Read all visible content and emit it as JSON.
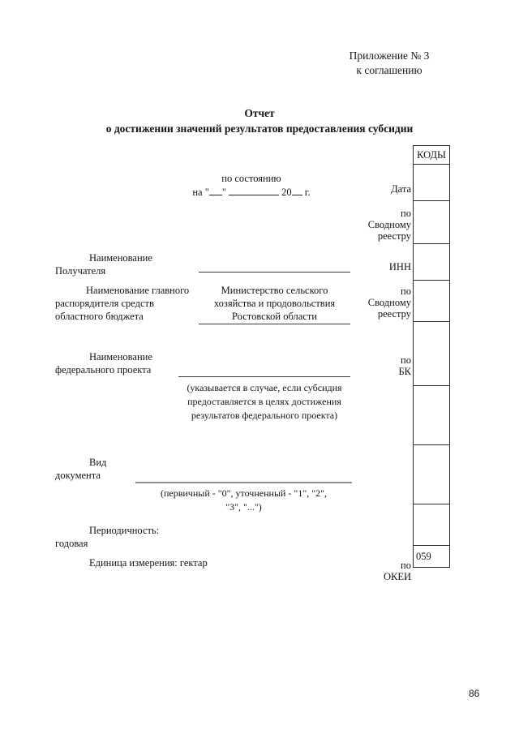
{
  "document": {
    "appendix_line1": "Приложение № 3",
    "appendix_line2": "к соглашению",
    "title_line1": "Отчет",
    "title_line2": "о достижении значений результатов предоставления субсидии",
    "page_number": "86"
  },
  "state": {
    "caption": "по состоянию",
    "date_prefix": "на \"",
    "date_quote": "\"",
    "date_year": "20",
    "date_suffix": "г."
  },
  "fields": {
    "recipient_label_line1": "Наименование",
    "recipient_label_line2": "Получателя",
    "recipient_value": "",
    "chief_manager_label_line1": "Наименование главного",
    "chief_manager_label_line2": "распорядителя средств",
    "chief_manager_label_line3": "областного бюджета",
    "chief_manager_value_line1": "Министерство сельского",
    "chief_manager_value_line2": "хозяйства и продовольствия",
    "chief_manager_value_line3": "Ростовской области",
    "federal_project_label_line1": "Наименование",
    "federal_project_label_line2": "федерального проекта",
    "federal_project_value": "",
    "federal_project_hint_line1": "(указывается в случае, если субсидия",
    "federal_project_hint_line2": "предоставляется в целях достижения",
    "federal_project_hint_line3": "результатов федерального проекта)",
    "doc_kind_label_line1": "Вид",
    "doc_kind_label_line2": "документа",
    "doc_kind_value": "",
    "doc_kind_hint_line1": "(первичный - \"0\", уточненный - \"1\", \"2\",",
    "doc_kind_hint_line2": "\"3\", \"...\")",
    "periodicity_label": "Периодичность:",
    "periodicity_value": "годовая",
    "unit_label": "Единица измерения: гектар"
  },
  "codes_table": {
    "header": "КОДЫ",
    "rows": [
      {
        "label": "",
        "value": ""
      },
      {
        "label": "Дата",
        "value": ""
      },
      {
        "label": "по\nСводному\nреестру",
        "value": ""
      },
      {
        "label": "ИНН",
        "value": ""
      },
      {
        "label": "по\nСводному\nреестру",
        "value": ""
      },
      {
        "label": "по\nБК",
        "value": ""
      },
      {
        "label": "",
        "value": ""
      },
      {
        "label": "",
        "value": ""
      },
      {
        "label": "",
        "value": ""
      },
      {
        "label": "по\nОКЕИ",
        "value": "059"
      }
    ],
    "labels": {
      "date": "Дата",
      "consolidated_registry_1_l1": "по",
      "consolidated_registry_1_l2": "Сводному",
      "consolidated_registry_1_l3": "реестру",
      "inn": "ИНН",
      "consolidated_registry_2_l1": "по",
      "consolidated_registry_2_l2": "Сводному",
      "consolidated_registry_2_l3": "реестру",
      "bk_l1": "по",
      "bk_l2": "БК",
      "okei_l1": "по",
      "okei_l2": "ОКЕИ"
    },
    "okei_value": "059"
  },
  "colors": {
    "text": "#141414",
    "rule": "#3a3a3a",
    "rule_gray": "#8d8d8d",
    "table_border": "#2b2b2b"
  }
}
